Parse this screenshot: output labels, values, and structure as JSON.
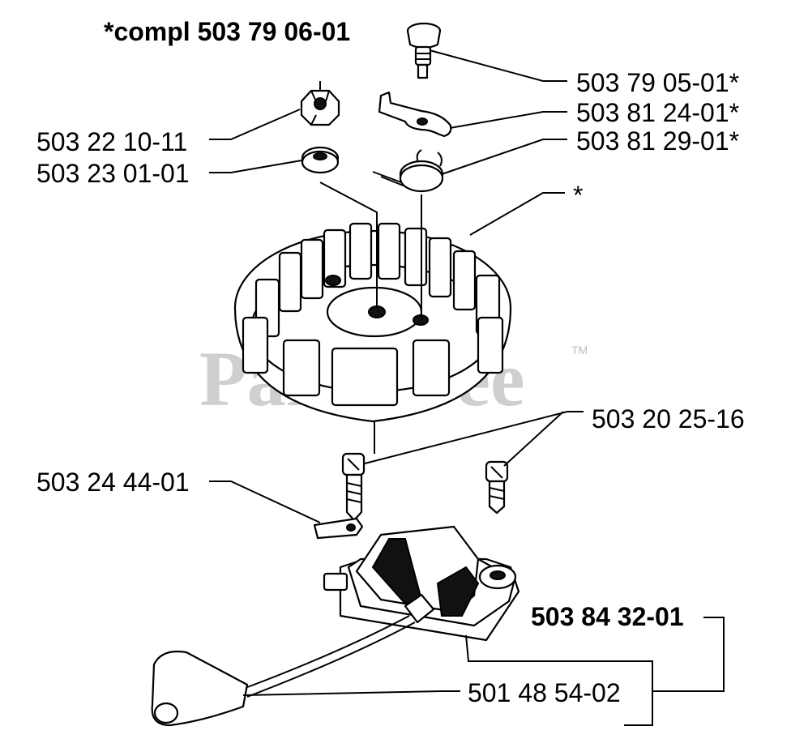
{
  "header": {
    "compl_label": "*compl 503 79 06-01"
  },
  "watermark": {
    "text": "PartsTree",
    "tm": "TM"
  },
  "callouts": {
    "p_503_79_05_01": "503 79 05-01*",
    "p_503_81_24_01": "503 81 24-01*",
    "p_503_81_29_01": "503 81 29-01*",
    "p_503_22_10_11": "503 22 10-11",
    "p_503_23_01_01": "503 23 01-01",
    "flywheel_star": "*",
    "p_503_20_25_16": "503 20 25-16",
    "p_503_24_44_01": "503 24 44-01",
    "p_503_84_32_01": "503 84 32-01",
    "p_501_48_54_02": "501 48 54-02"
  },
  "icons": [
    "pawl-pin-icon",
    "pawl-icon",
    "spring-icon",
    "nut-icon",
    "washer-icon",
    "flywheel-icon",
    "screw-icon",
    "terminal-icon",
    "ignition-module-icon",
    "spark-plug-boot-icon"
  ]
}
